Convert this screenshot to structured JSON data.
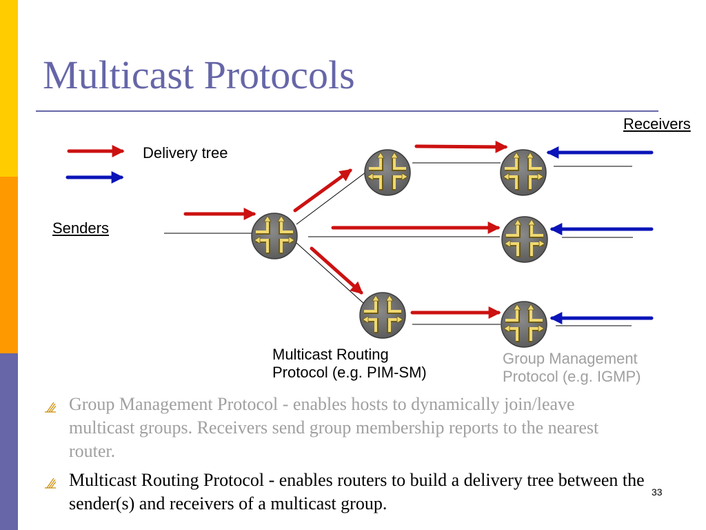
{
  "slide": {
    "title": "Multicast Protocols",
    "page_number": "33"
  },
  "diagram": {
    "legend": {
      "delivery_tree_label": "Delivery tree"
    },
    "senders_label": "Senders",
    "receivers_label": "Receivers",
    "multicast_routing_label_line1": "Multicast Routing",
    "multicast_routing_label_line2": "Protocol (e.g. PIM-SM)",
    "group_management_label_line1": "Group Management",
    "group_management_label_line2": "Protocol (e.g. IGMP)",
    "colors": {
      "red_arrow": "#cc1111",
      "blue_arrow": "#0a14b8",
      "router": "#6e6e6e",
      "router_arrows": "#e8d470"
    },
    "router_icon": "router-icon"
  },
  "bullets": [
    {
      "text": "Group Management Protocol - enables hosts to dynamically join/leave multicast groups. Receivers send group membership reports to the nearest router.",
      "color": "#a0a0a0"
    },
    {
      "text": "Multicast Routing Protocol - enables routers to build a delivery tree between the sender(s) and receivers of a multicast group.",
      "color": "#000000"
    }
  ],
  "colors": {
    "title": "#6666a8",
    "bar_yellow": "#ffcc00",
    "bar_orange": "#ff9900",
    "bar_purple": "#6666a8"
  }
}
